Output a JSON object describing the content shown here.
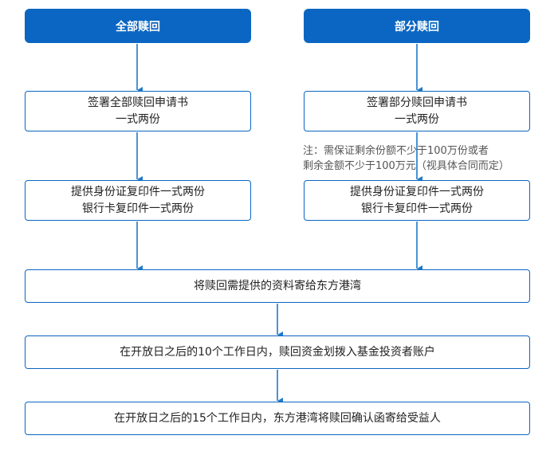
{
  "left_column": {
    "header": "全部赎回",
    "step1": [
      "签署全部赎回申请书",
      "一式两份"
    ],
    "step2": [
      "提供身份证复印件一式两份",
      "银行卡复印件一式两份"
    ]
  },
  "right_column": {
    "header": "部分赎回",
    "step1": [
      "签署部分赎回申请书",
      "一式两份"
    ],
    "note": [
      "注：需保证剩余份额不少于100万份或者",
      "剩余金额不少于100万元（视具体合同而定）"
    ],
    "step2": [
      "提供身份证复印件一式两份",
      "银行卡复印件一式两份"
    ]
  },
  "merged_steps": [
    "将赎回需提供的资料寄给东方港湾",
    "在开放日之后的10个工作日内，赎回资金划拨入基金投资者账户",
    "在开放日之后的15个工作日内，东方港湾将赎回确认函寄给受益人"
  ],
  "colors": {
    "accent": "#0a66c2",
    "arrow": "#1e7ac8"
  }
}
